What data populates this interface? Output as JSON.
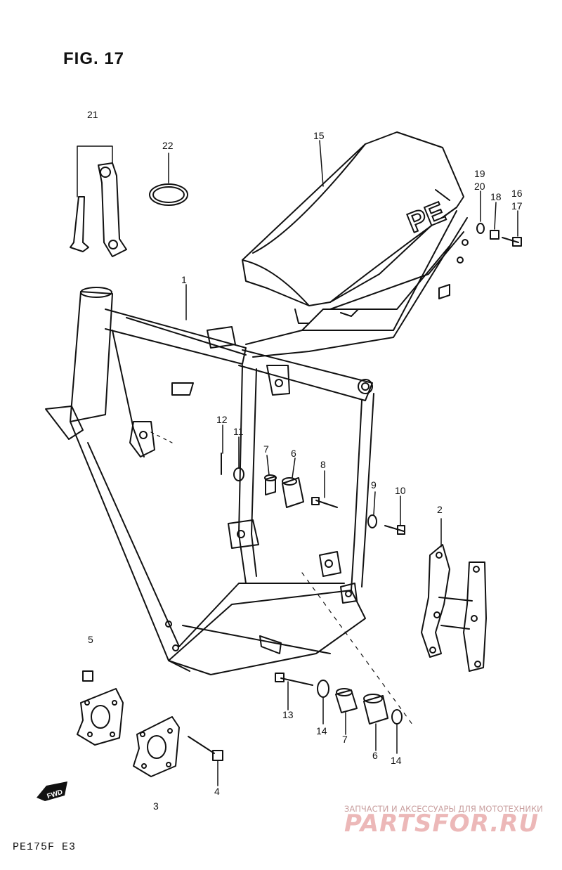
{
  "figure": {
    "title": "FIG. 17",
    "code": "PE175F  E3",
    "fwd": "FWD"
  },
  "watermark": {
    "top_line": "ЗАПЧАСТИ И АКСЕССУАРЫ ДЛЯ МОТОТЕХНИКИ",
    "brand": "PARTSFOR.RU"
  },
  "seat_emblem": "PE",
  "callouts": {
    "c1": "1",
    "c2": "2",
    "c3": "3",
    "c4": "4",
    "c5": "5",
    "c6a": "6",
    "c6b": "6",
    "c7a": "7",
    "c7b": "7",
    "c8": "8",
    "c9": "9",
    "c10": "10",
    "c11": "11",
    "c12": "12",
    "c13": "13",
    "c14a": "14",
    "c14b": "14",
    "c15": "15",
    "c16": "16",
    "c17": "17",
    "c18": "18",
    "c19": "19",
    "c20": "20",
    "c21": "21",
    "c22": "22"
  },
  "colors": {
    "ink": "#111111",
    "paper": "#ffffff",
    "watermark": "#ecb8b8"
  }
}
